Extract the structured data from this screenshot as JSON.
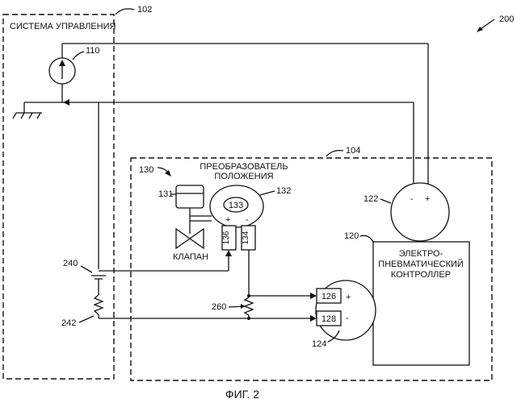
{
  "figure": {
    "caption": "ФИГ. 2",
    "ref": "200"
  },
  "control_system": {
    "ref": "102",
    "title": "СИСТЕМА УПРАВЛЕНИЯ",
    "current_source_ref": "110"
  },
  "field_block": {
    "ref": "104"
  },
  "positioner": {
    "ref": "130",
    "title_line1": "ПРЕОБРАЗОВАТЕЛЬ",
    "title_line2": "ПОЛОЖЕНИЯ",
    "actuator_ref": "131",
    "transducer_ref": "132",
    "inner_ref": "133",
    "plus": "+",
    "minus": "-",
    "terminal_pos_ref": "136",
    "terminal_neg_ref": "134",
    "valve_label": "КЛАПАН"
  },
  "controller": {
    "ref": "120",
    "line1": "ЭЛЕКТРО-",
    "line2": "ПНЕВМАТИЧЕСКИЙ",
    "line3": "КОНТРОЛЛЕР",
    "top_circle_ref": "122",
    "top_minus": "-",
    "top_plus": "+",
    "lower_circle_ref": "124",
    "terminal_upper_ref": "126",
    "terminal_lower_ref": "128",
    "lower_plus": "+",
    "lower_minus": "-"
  },
  "components": {
    "switch_ref": "240",
    "resistor_ref": "242",
    "resistor_mid_ref": "260"
  }
}
